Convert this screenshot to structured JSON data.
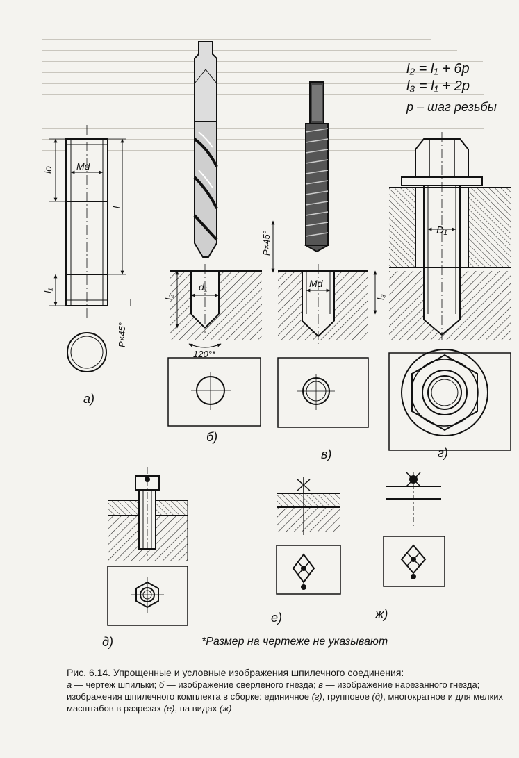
{
  "formulas": {
    "l2": "l₂ = l₁ + 6p",
    "l3": "l₃ = l₁ + 2p",
    "p": "p – шаг резьбы"
  },
  "labels": {
    "md": "Md",
    "lo": "lo",
    "l": "l",
    "l1": "l₁",
    "l2": "l₂",
    "l3": "l₃",
    "d1": "d₁",
    "D1": "D₁",
    "chamfer": "P×45°",
    "angle": "120°*"
  },
  "panels": [
    "а)",
    "б)",
    "в)",
    "г)",
    "д)",
    "е)",
    "ж)"
  ],
  "note": "*Размер на чертеже не указывают",
  "caption": {
    "title": "Рис. 6.14. Упрощенные и условные изображения шпилечного соединения:",
    "a_letter": "а",
    "a_text": " — чертеж шпильки; ",
    "b_letter": "б",
    "b_text": " — изображение сверленого гнезда; ",
    "v_letter": "в",
    "v_text": " — изображение нарезанного гнезда; изображения шпилечного комплекта в сборке: единичное ",
    "g_ref": "(г)",
    "g_text": ", групповое ",
    "d_ref": "(д)",
    "d_text": ", многократное и для мелких масштабов в разрезах ",
    "e_ref": "(е)",
    "e_text": ", на видах ",
    "zh_ref": "(ж)"
  }
}
